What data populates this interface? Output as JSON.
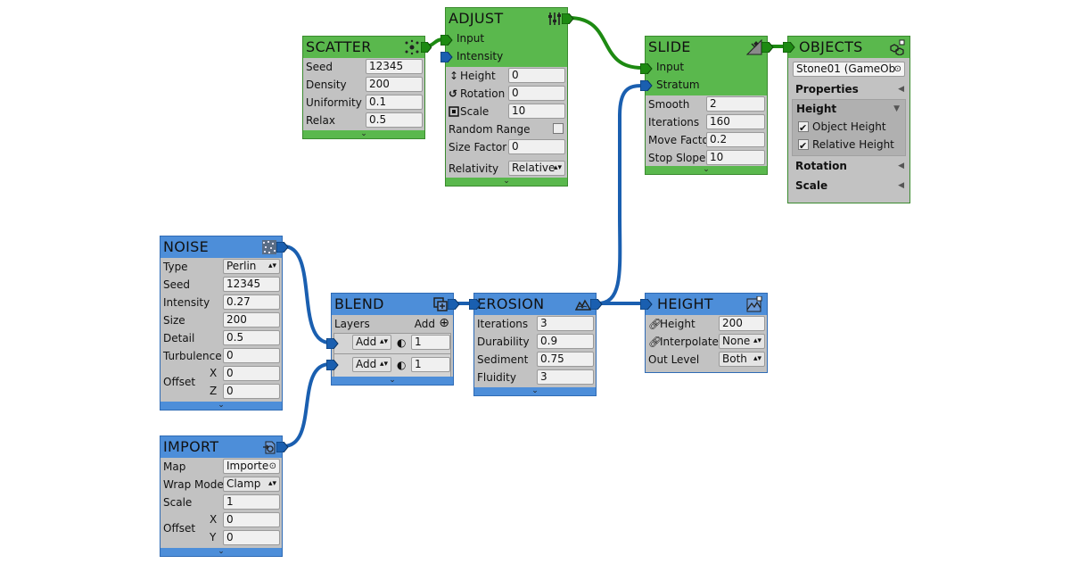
{
  "colors": {
    "generator_green": "#5ab84d",
    "generator_blue": "#4d8ed9",
    "wire_green": "#1d8a12",
    "wire_blue": "#1a5fb0",
    "node_body": "#c2c2c2"
  },
  "scatter": {
    "title": "SCATTER",
    "icon": "scatter-icon",
    "rows": [
      {
        "label": "Seed",
        "value": "12345"
      },
      {
        "label": "Density",
        "value": "200"
      },
      {
        "label": "Uniformity",
        "value": "0.1"
      },
      {
        "label": "Relax",
        "value": "0.5"
      }
    ]
  },
  "adjust": {
    "title": "ADJUST",
    "icon": "sliders-icon",
    "inputs": [
      "Input",
      "Intensity"
    ],
    "height_label": "Height",
    "height_value": "0",
    "rotation_label": "Rotation",
    "rotation_value": "0",
    "scale_label": "Scale",
    "scale_value": "10",
    "random_range_label": "Random Range",
    "random_range_checked": false,
    "size_factor_label": "Size Factor",
    "size_factor_value": "0",
    "relativity_label": "Relativity",
    "relativity_value": "Relative"
  },
  "slide": {
    "title": "SLIDE",
    "icon": "slope-icon",
    "inputs": [
      "Input",
      "Stratum"
    ],
    "rows": [
      {
        "label": "Smooth",
        "value": "2"
      },
      {
        "label": "Iterations",
        "value": "160"
      },
      {
        "label": "Move Facto",
        "value": "0.2"
      },
      {
        "label": "Stop Slope",
        "value": "10"
      }
    ]
  },
  "objects": {
    "title": "OBJECTS",
    "icon": "cubes-icon",
    "object_value": "Stone01 (GameOb",
    "properties_label": "Properties",
    "height_label": "Height",
    "object_height_label": "Object Height",
    "object_height_checked": true,
    "relative_height_label": "Relative Height",
    "relative_height_checked": true,
    "rotation_label": "Rotation",
    "scale_label": "Scale"
  },
  "noise": {
    "title": "NOISE",
    "icon": "noise-icon",
    "type_label": "Type",
    "type_value": "Perlin",
    "rows": [
      {
        "label": "Seed",
        "value": "12345"
      },
      {
        "label": "Intensity",
        "value": "0.27"
      },
      {
        "label": "Size",
        "value": "200"
      },
      {
        "label": "Detail",
        "value": "0.5"
      },
      {
        "label": "Turbulence",
        "value": "0"
      }
    ],
    "offset_label": "Offset",
    "x_label": "X",
    "x_value": "0",
    "z_label": "Z",
    "z_value": "0"
  },
  "blend": {
    "title": "BLEND",
    "icon": "blend-icon",
    "layers_label": "Layers",
    "add_label": "Add",
    "layers": [
      {
        "mode": "Add",
        "opacity": "1"
      },
      {
        "mode": "Add",
        "opacity": "1"
      }
    ]
  },
  "erosion": {
    "title": "EROSION",
    "icon": "erosion-icon",
    "rows": [
      {
        "label": "Iterations",
        "value": "3"
      },
      {
        "label": "Durability",
        "value": "0.9"
      },
      {
        "label": "Sediment",
        "value": "0.75"
      },
      {
        "label": "Fluidity",
        "value": "3"
      }
    ]
  },
  "height": {
    "title": "HEIGHT",
    "icon": "terrain-icon",
    "height_label": "Height",
    "height_value": "200",
    "interpolate_label": "Interpolate",
    "interpolate_value": "None",
    "out_level_label": "Out Level",
    "out_level_value": "Both"
  },
  "import": {
    "title": "IMPORT",
    "icon": "import-icon",
    "map_label": "Map",
    "map_value": "Importe",
    "wrap_label": "Wrap Mode",
    "wrap_value": "Clamp",
    "scale_label": "Scale",
    "scale_value": "1",
    "offset_label": "Offset",
    "x_label": "X",
    "x_value": "0",
    "y_label": "Y",
    "y_value": "0"
  }
}
